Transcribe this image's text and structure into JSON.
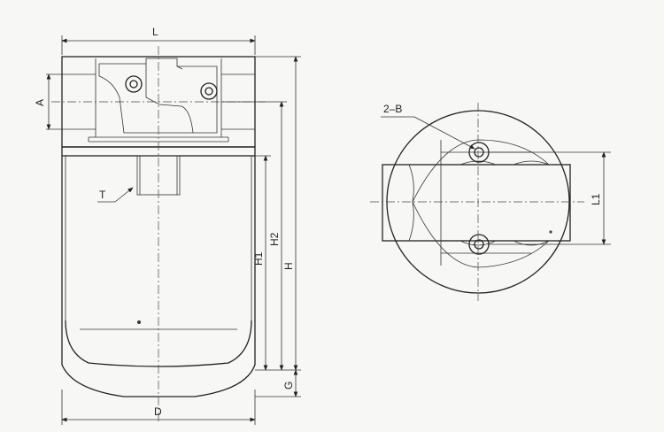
{
  "side_view": {
    "labels": {
      "L": "L",
      "A": "A",
      "T": "T",
      "H1": "H1",
      "H2": "H2",
      "H": "H",
      "G": "G",
      "D": "D"
    }
  },
  "top_view": {
    "labels": {
      "bolt_holes": "2–B",
      "L1": "L1"
    }
  },
  "colors": {
    "line": "#222222",
    "background": "#f7f7f5"
  }
}
